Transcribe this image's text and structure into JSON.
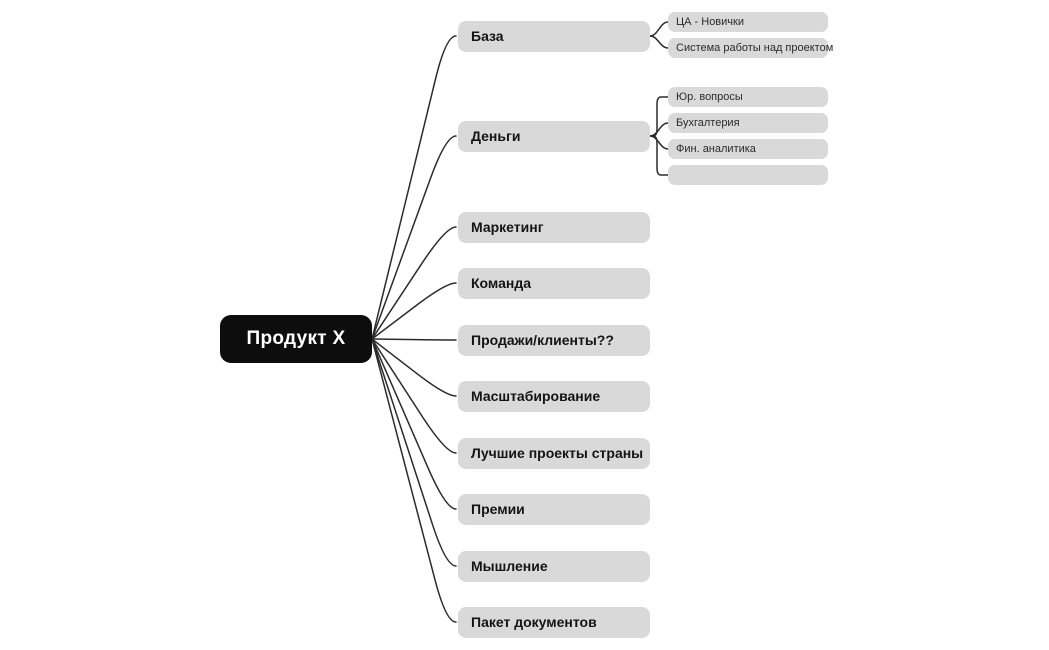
{
  "colors": {
    "canvas_bg": "#ffffff",
    "root_bg": "#0d0d0d",
    "root_text": "#ffffff",
    "node_bg": "#d9d9d9",
    "node_text": "#141414",
    "child_text": "#2a2a2a",
    "line": "#2b2b2b"
  },
  "mindmap": {
    "root": {
      "label": "Продукт X"
    },
    "branches": [
      {
        "label": "База",
        "children": [
          "ЦА - Новички",
          "Система работы над проектом"
        ]
      },
      {
        "label": "Деньги",
        "children": [
          "Юр. вопросы",
          "Бухгалтерия",
          "Фин. аналитика",
          ""
        ]
      },
      {
        "label": "Маркетинг",
        "children": []
      },
      {
        "label": "Команда",
        "children": []
      },
      {
        "label": "Продажи/клиенты??",
        "children": []
      },
      {
        "label": "Масштабирование",
        "children": []
      },
      {
        "label": "Лучшие проекты страны",
        "children": []
      },
      {
        "label": "Премии",
        "children": []
      },
      {
        "label": "Мышление",
        "children": []
      },
      {
        "label": "Пакет документов",
        "children": []
      }
    ]
  }
}
